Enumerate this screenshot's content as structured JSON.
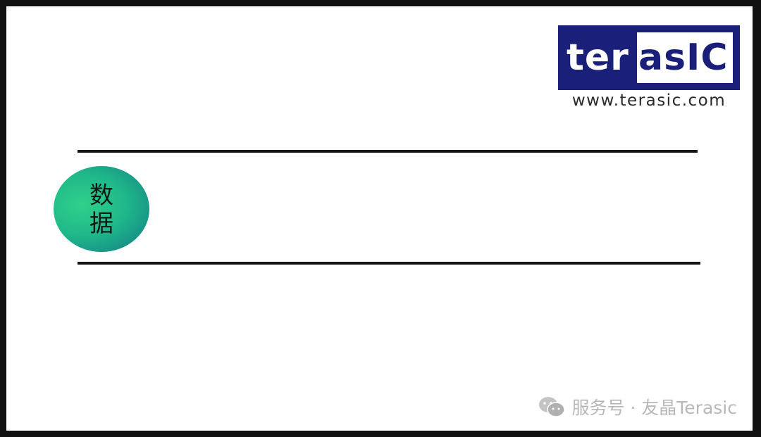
{
  "logo": {
    "part1": "ter",
    "part2": "asIC",
    "url": "www.terasic.com"
  },
  "badge": {
    "line1": "数",
    "line2": "据"
  },
  "watermark": {
    "text": "服务号 · 友晶Terasic",
    "icon": "wechat-icon"
  },
  "colors": {
    "logo_navy": "#1a1f7a",
    "badge_green": "#1fb98a",
    "rule": "#151515"
  }
}
